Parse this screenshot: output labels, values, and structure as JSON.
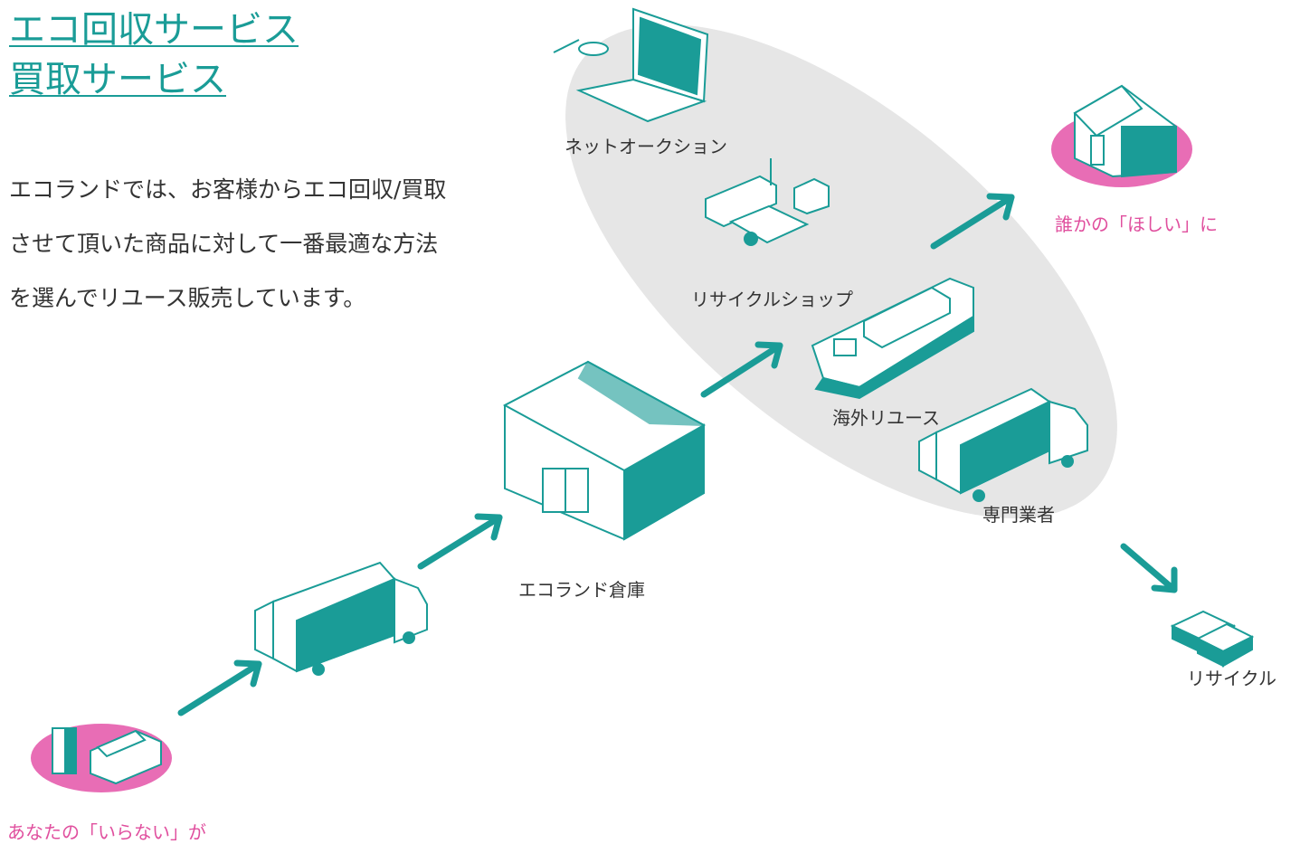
{
  "links": {
    "eco_collection": "エコ回収サービス",
    "purchase": "買取サービス"
  },
  "intro": {
    "lines": [
      "エコランドでは、お客様からエコ回収/買取",
      "させて頂いた商品に対して一番最適な方法",
      "を選んでリユース販売しています。"
    ]
  },
  "diagram": {
    "labels": {
      "net_auction": "ネットオークション",
      "recycle_shop": "リサイクルショップ",
      "overseas_reuse": "海外リユース",
      "specialist": "専門業者",
      "warehouse": "エコランド倉庫",
      "recycle": "リサイクル",
      "someone_wants": "誰かの「ほしい」に",
      "you_dont_need": "あなたの「いらない」が"
    },
    "colors": {
      "teal": "#1a9c97",
      "pink": "#e86db5",
      "gray_ellipse": "#e6e6e6",
      "text": "#333333",
      "pink_text": "#e04f9e"
    }
  }
}
